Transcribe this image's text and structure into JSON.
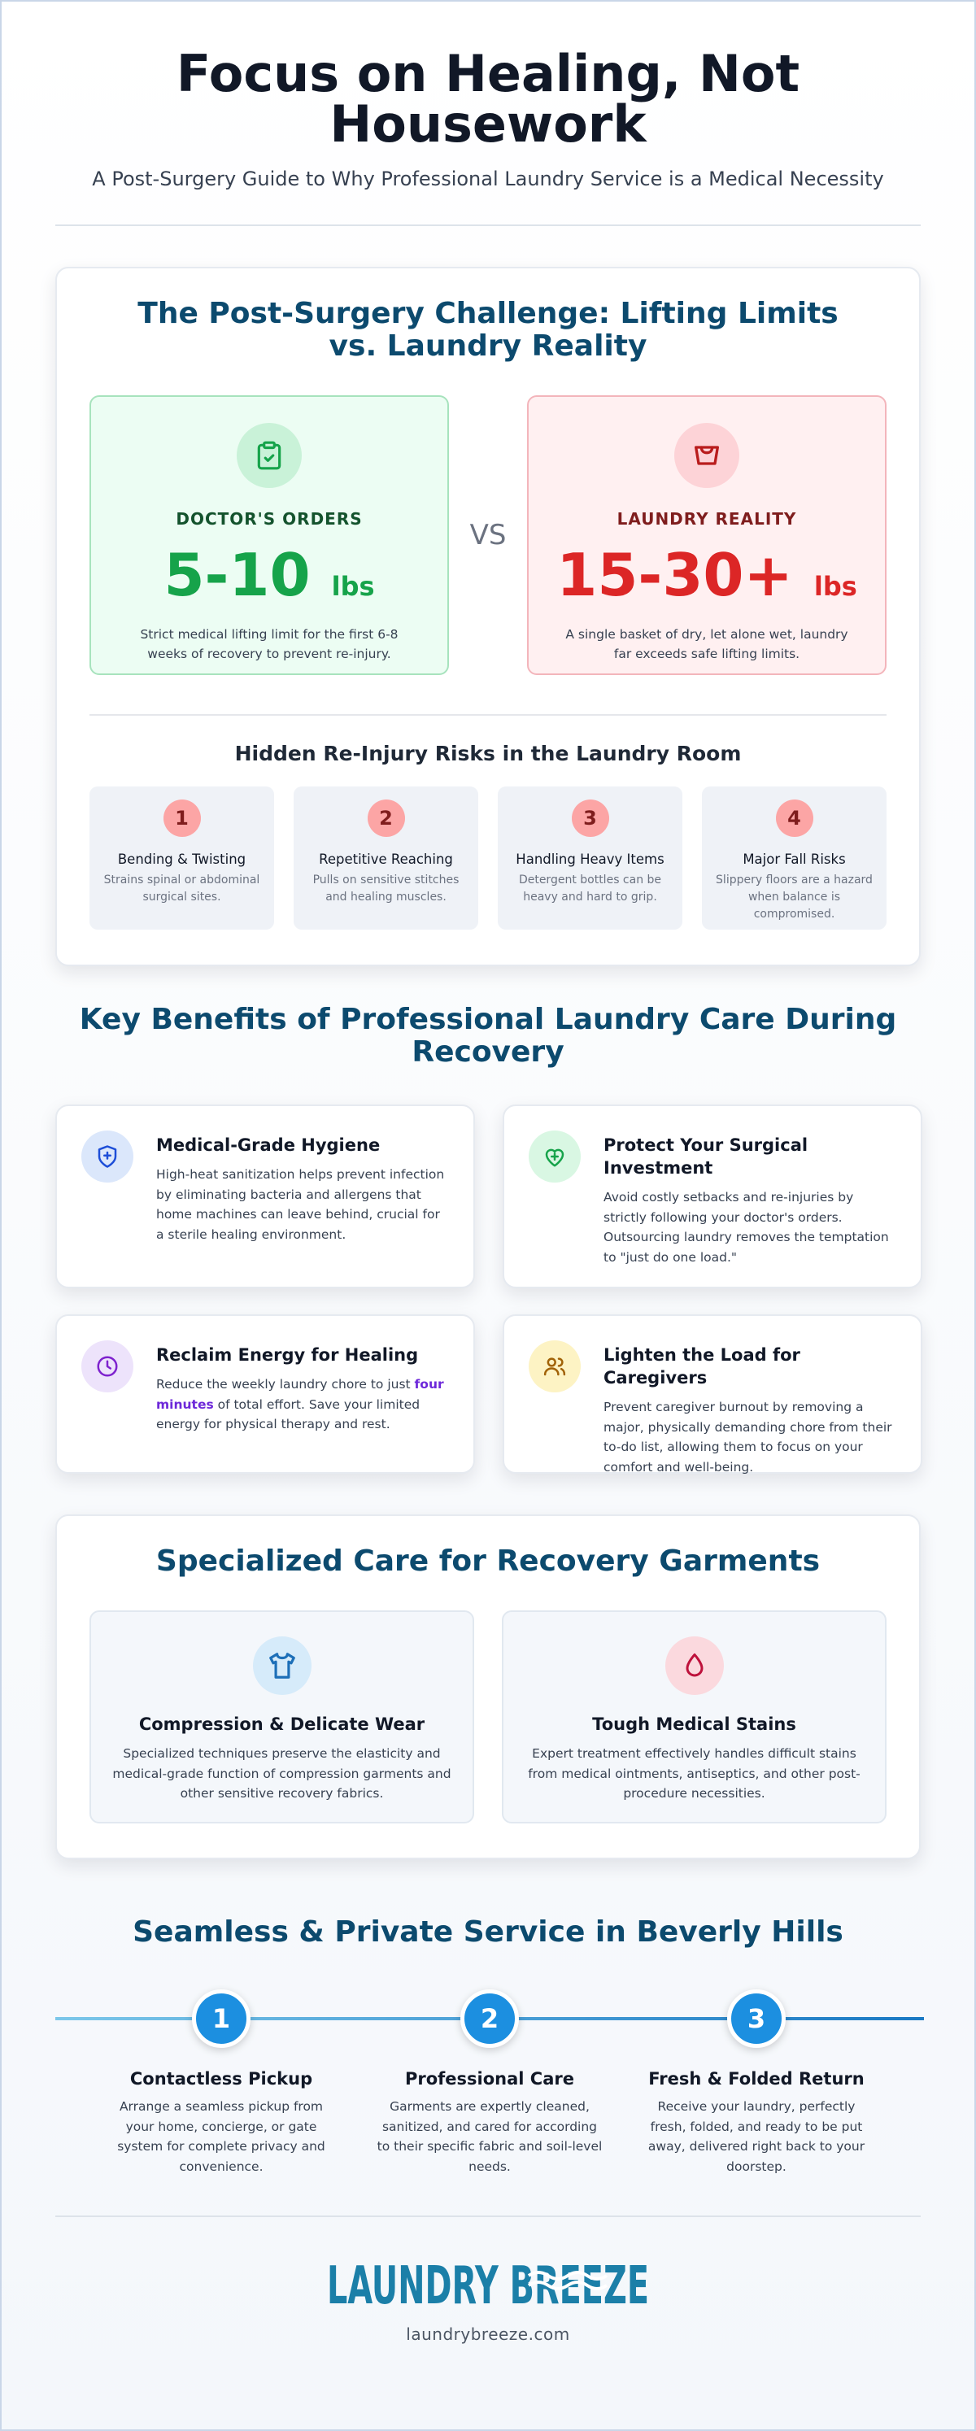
{
  "header": {
    "title": "Focus on Healing, Not Housework",
    "subtitle": "A Post-Surgery Guide to Why Professional Laundry Service is a Medical Necessity"
  },
  "challenge": {
    "title": "The Post-Surgery Challenge: Lifting Limits vs. Laundry Reality",
    "doctor": {
      "icon": "clipboard-check-icon",
      "label": "DOCTOR'S ORDERS",
      "value": "5-10",
      "unit": "lbs",
      "description": "Strict medical lifting limit for the first 6-8 weeks of recovery to prevent re-injury."
    },
    "vs": "VS",
    "laundry": {
      "icon": "laundry-basket-icon",
      "label": "LAUNDRY REALITY",
      "value": "15-30+",
      "unit": "lbs",
      "description": "A single basket of dry, let alone wet, laundry far exceeds safe lifting limits."
    },
    "risks_title": "Hidden Re-Injury Risks in the Laundry Room",
    "risks": [
      {
        "number": "1",
        "title": "Bending & Twisting",
        "description": "Strains spinal or abdominal surgical sites."
      },
      {
        "number": "2",
        "title": "Repetitive Reaching",
        "description": "Pulls on sensitive stitches and healing muscles."
      },
      {
        "number": "3",
        "title": "Handling Heavy Items",
        "description": "Detergent bottles can be heavy and hard to grip."
      },
      {
        "number": "4",
        "title": "Major Fall Risks",
        "description": "Slippery floors are a hazard when balance is compromised."
      }
    ]
  },
  "benefits": {
    "title": "Key Benefits of Professional Laundry Care During Recovery",
    "items": [
      {
        "icon": "shield-plus-icon",
        "title": "Medical-Grade Hygiene",
        "description": "High-heat sanitization helps prevent infection by eliminating bacteria and allergens that home machines can leave behind, crucial for a sterile healing environment."
      },
      {
        "icon": "heart-plus-icon",
        "title": "Protect Your Surgical Investment",
        "description": "Avoid costly setbacks and re-injuries by strictly following your doctor's orders. Outsourcing laundry removes the temptation to \"just do one load.\""
      },
      {
        "icon": "clock-icon",
        "title": "Reclaim Energy for Healing",
        "description_before": "Reduce the weekly laundry chore to just ",
        "description_highlight": "four minutes",
        "description_after": " of total effort. Save your limited energy for physical therapy and rest."
      },
      {
        "icon": "users-icon",
        "title": "Lighten the Load for Caregivers",
        "description": "Prevent caregiver burnout by removing a major, physically demanding chore from their to-do list, allowing them to focus on your comfort and well-being."
      }
    ]
  },
  "garments": {
    "title": "Specialized Care for Recovery Garments",
    "items": [
      {
        "icon": "shirt-icon",
        "title": "Compression & Delicate Wear",
        "description": "Specialized techniques preserve the elasticity and medical-grade function of compression garments and other sensitive recovery fabrics."
      },
      {
        "icon": "droplet-icon",
        "title": "Tough Medical Stains",
        "description": "Expert treatment effectively handles difficult stains from medical ointments, antiseptics, and other post-procedure necessities."
      }
    ]
  },
  "service": {
    "title": "Seamless & Private Service in Beverly Hills",
    "steps": [
      {
        "number": "1",
        "title": "Contactless Pickup",
        "description": "Arrange a seamless pickup from your home, concierge, or gate system for complete privacy and convenience."
      },
      {
        "number": "2",
        "title": "Professional Care",
        "description": "Garments are expertly cleaned, sanitized, and cared for according to their specific fabric and soil-level needs."
      },
      {
        "number": "3",
        "title": "Fresh & Folded Return",
        "description": "Receive your laundry, perfectly fresh, folded, and ready to be put away, delivered right back to your doorstep."
      }
    ]
  },
  "footer": {
    "logo_text": "LAUNDRY BREEZE",
    "website": "laundrybreeze.com"
  },
  "colors": {
    "heading": "#0c4a6e",
    "green": "#16a34a",
    "red": "#dc2626",
    "step_blue": "#1c8fe0",
    "brand": "#1b7fa8"
  }
}
